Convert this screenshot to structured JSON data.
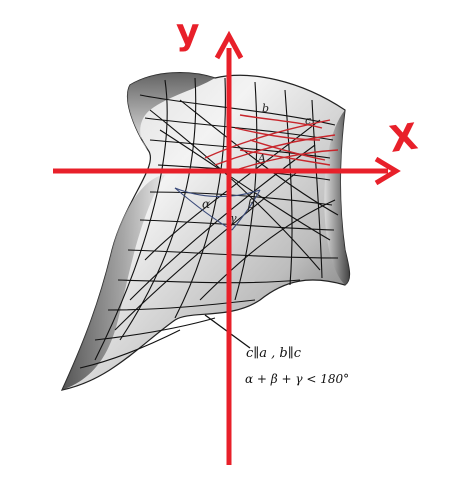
{
  "axes": {
    "x_label": "X",
    "y_label": "y",
    "color": "#e8202a"
  },
  "triangle": {
    "angles": [
      "α",
      "β",
      "γ"
    ],
    "vertex_labels": [
      "A",
      "a",
      "b",
      "c"
    ]
  },
  "caption": {
    "line1": "c∥a , b∥c",
    "line2": "α + β + γ < 180°"
  },
  "colors": {
    "surface_light": "#e9e9e9",
    "surface_dark": "#4a4a4a",
    "grid": "#111111",
    "red_lines": "#c8262c"
  }
}
